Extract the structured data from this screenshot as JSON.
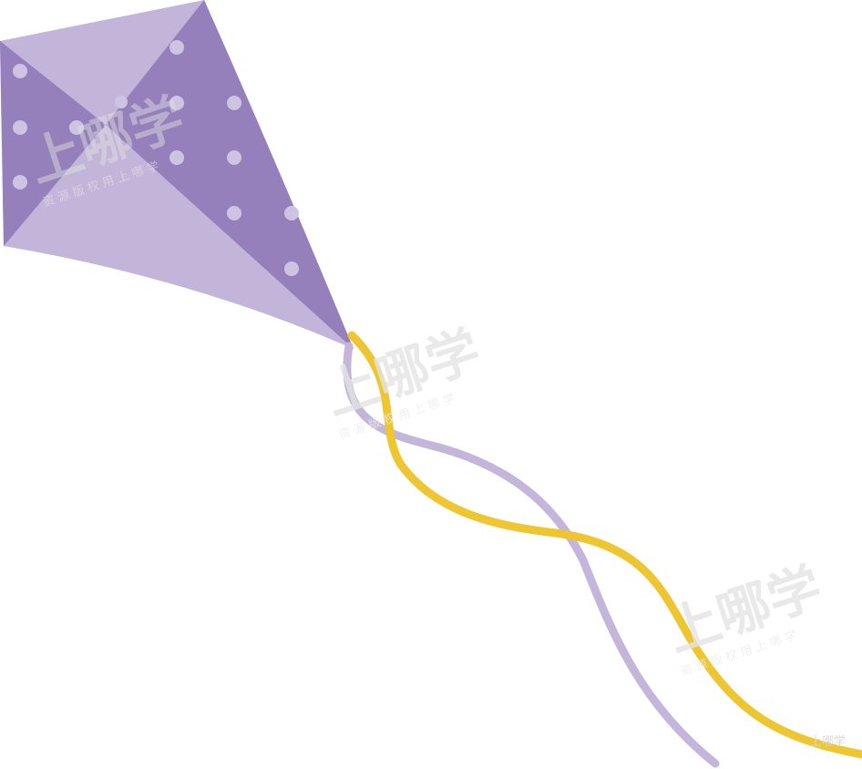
{
  "colors": {
    "kite_dark": "#9580bb",
    "kite_light": "#c3b5d9",
    "dots": "#cfc3e3",
    "string_purple": "#c4b6da",
    "string_yellow": "#eec632"
  },
  "watermarks": [
    {
      "main": "上哪学",
      "sub": "资 源 版 权 用 上 哪 学"
    },
    {
      "main": "上哪学",
      "sub": "资 源 版 权 用 上 哪 学"
    },
    {
      "main": "上哪学",
      "sub": "资 源 版 权 用 上 哪 学"
    }
  ],
  "corner_watermark": "上哪学"
}
